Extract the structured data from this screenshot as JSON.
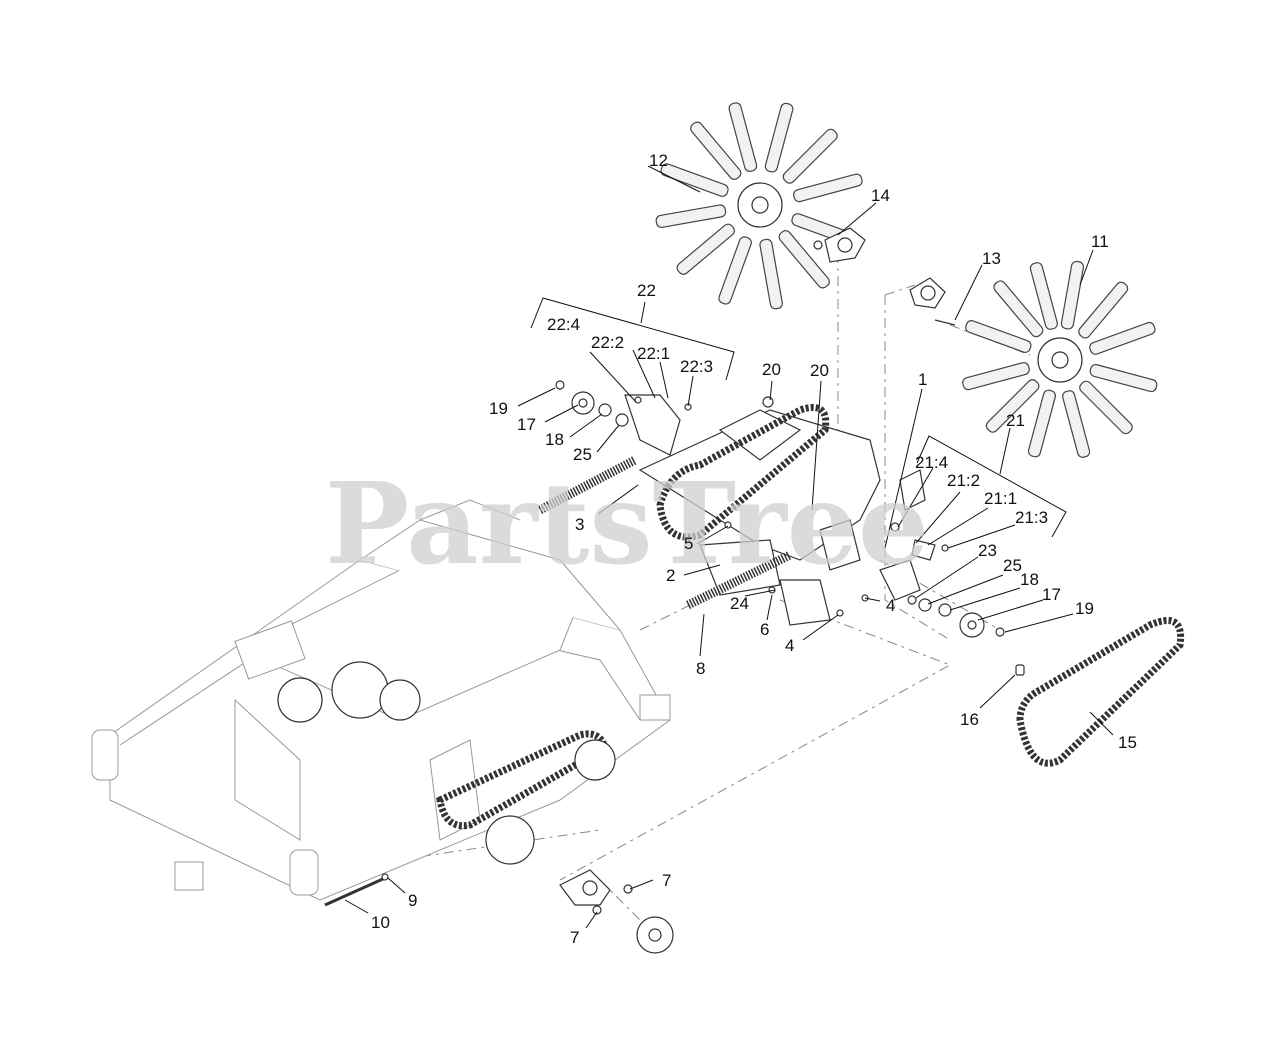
{
  "watermark": "PartsTree",
  "callouts": [
    {
      "id": "1",
      "text": "1"
    },
    {
      "id": "2",
      "text": "2"
    },
    {
      "id": "3",
      "text": "3"
    },
    {
      "id": "4a",
      "text": "4"
    },
    {
      "id": "4b",
      "text": "4"
    },
    {
      "id": "5",
      "text": "5"
    },
    {
      "id": "6",
      "text": "6"
    },
    {
      "id": "7a",
      "text": "7"
    },
    {
      "id": "7b",
      "text": "7"
    },
    {
      "id": "8",
      "text": "8"
    },
    {
      "id": "9",
      "text": "9"
    },
    {
      "id": "10",
      "text": "10"
    },
    {
      "id": "11",
      "text": "11"
    },
    {
      "id": "12",
      "text": "12"
    },
    {
      "id": "13",
      "text": "13"
    },
    {
      "id": "14",
      "text": "14"
    },
    {
      "id": "15",
      "text": "15"
    },
    {
      "id": "16",
      "text": "16"
    },
    {
      "id": "17a",
      "text": "17"
    },
    {
      "id": "17b",
      "text": "17"
    },
    {
      "id": "18a",
      "text": "18"
    },
    {
      "id": "18b",
      "text": "18"
    },
    {
      "id": "19a",
      "text": "19"
    },
    {
      "id": "19b",
      "text": "19"
    },
    {
      "id": "20a",
      "text": "20"
    },
    {
      "id": "20b",
      "text": "20"
    },
    {
      "id": "21",
      "text": "21"
    },
    {
      "id": "21_4",
      "text": "21:4"
    },
    {
      "id": "21_2",
      "text": "21:2"
    },
    {
      "id": "21_1",
      "text": "21:1"
    },
    {
      "id": "21_3",
      "text": "21:3"
    },
    {
      "id": "22",
      "text": "22"
    },
    {
      "id": "22_4",
      "text": "22:4"
    },
    {
      "id": "22_2",
      "text": "22:2"
    },
    {
      "id": "22_1",
      "text": "22:1"
    },
    {
      "id": "22_3",
      "text": "22:3"
    },
    {
      "id": "23",
      "text": "23"
    },
    {
      "id": "24",
      "text": "24"
    },
    {
      "id": "25a",
      "text": "25"
    },
    {
      "id": "25b",
      "text": "25"
    }
  ]
}
